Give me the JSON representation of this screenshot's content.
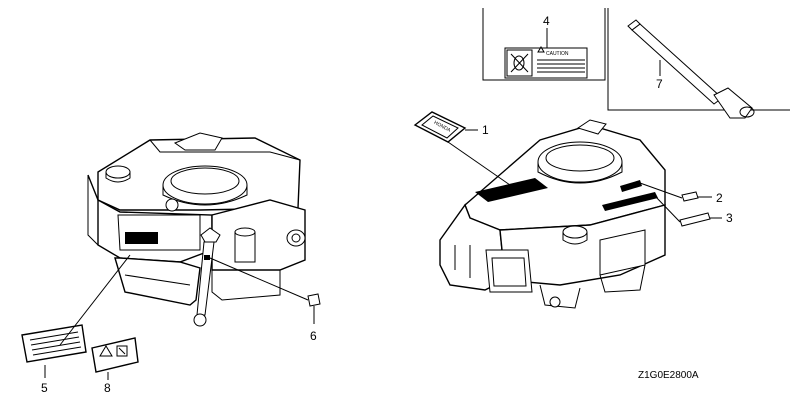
{
  "callouts": {
    "c1": "1",
    "c2": "2",
    "c3": "3",
    "c4": "4",
    "c5": "5",
    "c6": "6",
    "c7": "7",
    "c8": "8"
  },
  "caution_label": {
    "text": "CAUTION"
  },
  "brand_label": {
    "text": "HONDA"
  },
  "drawing_code": "Z1G0E2800A"
}
